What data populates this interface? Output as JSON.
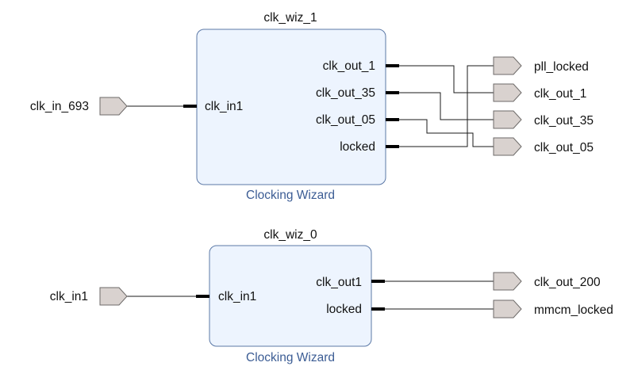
{
  "diagram": {
    "blocks": [
      {
        "instance_name": "clk_wiz_1",
        "type_label": "Clocking Wizard",
        "input_pins": [
          "clk_in1"
        ],
        "output_pins": [
          "clk_out_1",
          "clk_out_35",
          "clk_out_05",
          "locked"
        ]
      },
      {
        "instance_name": "clk_wiz_0",
        "type_label": "Clocking Wizard",
        "input_pins": [
          "clk_in1"
        ],
        "output_pins": [
          "clk_out1",
          "locked"
        ]
      }
    ],
    "input_ports": [
      "clk_in_693",
      "clk_in1"
    ],
    "output_ports": [
      "pll_locked",
      "clk_out_1",
      "clk_out_35",
      "clk_out_05",
      "clk_out_200",
      "mmcm_locked"
    ],
    "connections": [
      {
        "from": "clk_in_693",
        "to": "clk_wiz_1.clk_in1"
      },
      {
        "from": "clk_wiz_1.clk_out_1",
        "to": "clk_out_1"
      },
      {
        "from": "clk_wiz_1.clk_out_35",
        "to": "clk_out_35"
      },
      {
        "from": "clk_wiz_1.clk_out_05",
        "to": "clk_out_05"
      },
      {
        "from": "clk_wiz_1.locked",
        "to": "pll_locked"
      },
      {
        "from": "clk_in1",
        "to": "clk_wiz_0.clk_in1"
      },
      {
        "from": "clk_wiz_0.clk_out1",
        "to": "clk_out_200"
      },
      {
        "from": "clk_wiz_0.locked",
        "to": "mmcm_locked"
      }
    ],
    "colors": {
      "block_fill": "#edf4fe",
      "block_border": "#5b78a6",
      "type_label": "#3b5c94",
      "port_fill": "#d9d2cf"
    }
  }
}
